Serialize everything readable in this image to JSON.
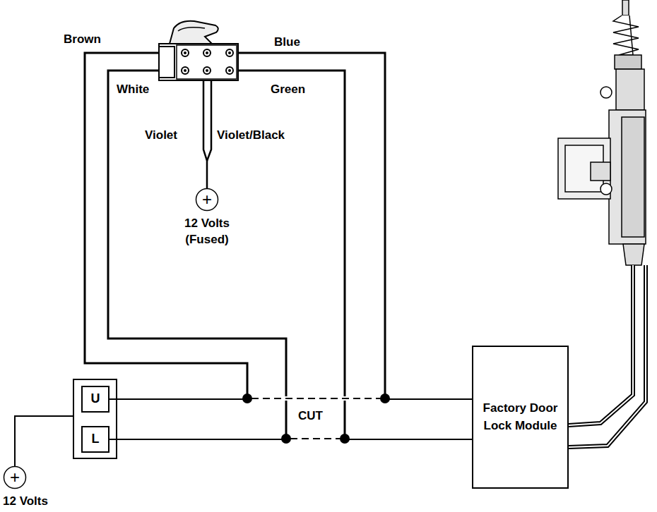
{
  "diagram": {
    "nodes": [
      {
        "text": [
          "+",
          "12 Volts (Fused)"
        ]
      },
      {
        "text": [
          "U"
        ]
      },
      {
        "text": [
          "L"
        ]
      },
      {
        "text": [
          "Factory Door Lock Module"
        ]
      },
      {
        "text": [
          "+",
          "12 Volts"
        ]
      }
    ],
    "edges": [
      {
        "from": 1,
        "to": 3,
        "arrow": "none"
      },
      {
        "from": 2,
        "to": 3,
        "arrow": "none"
      }
    ],
    "labels": [
      "Brown",
      "Blue",
      "White",
      "Green",
      "Violet",
      "Violet/Black",
      "CUT"
    ]
  }
}
